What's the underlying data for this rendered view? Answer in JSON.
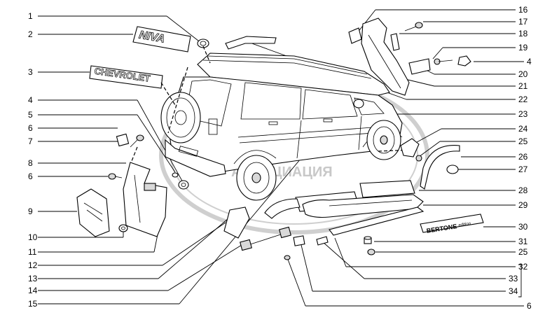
{
  "diagram": {
    "left_callouts": [
      "1",
      "2",
      "3",
      "4",
      "5",
      "6",
      "7",
      "8",
      "6",
      "9",
      "10",
      "11",
      "12",
      "13",
      "14",
      "15"
    ],
    "right_callouts": [
      "16",
      "17",
      "18",
      "19",
      "4",
      "20",
      "21",
      "22",
      "23",
      "24",
      "25",
      "26",
      "27",
      "28",
      "29",
      "30",
      "31",
      "25",
      "32",
      "33",
      "34",
      "6"
    ],
    "emblems": {
      "niva": "NIVA",
      "chevrolet": "CHEVROLET",
      "bertone_main": "BERTONE",
      "bertone_sub": "edition"
    },
    "watermark": {
      "text": "АССОЦИАЦИЯ"
    }
  }
}
